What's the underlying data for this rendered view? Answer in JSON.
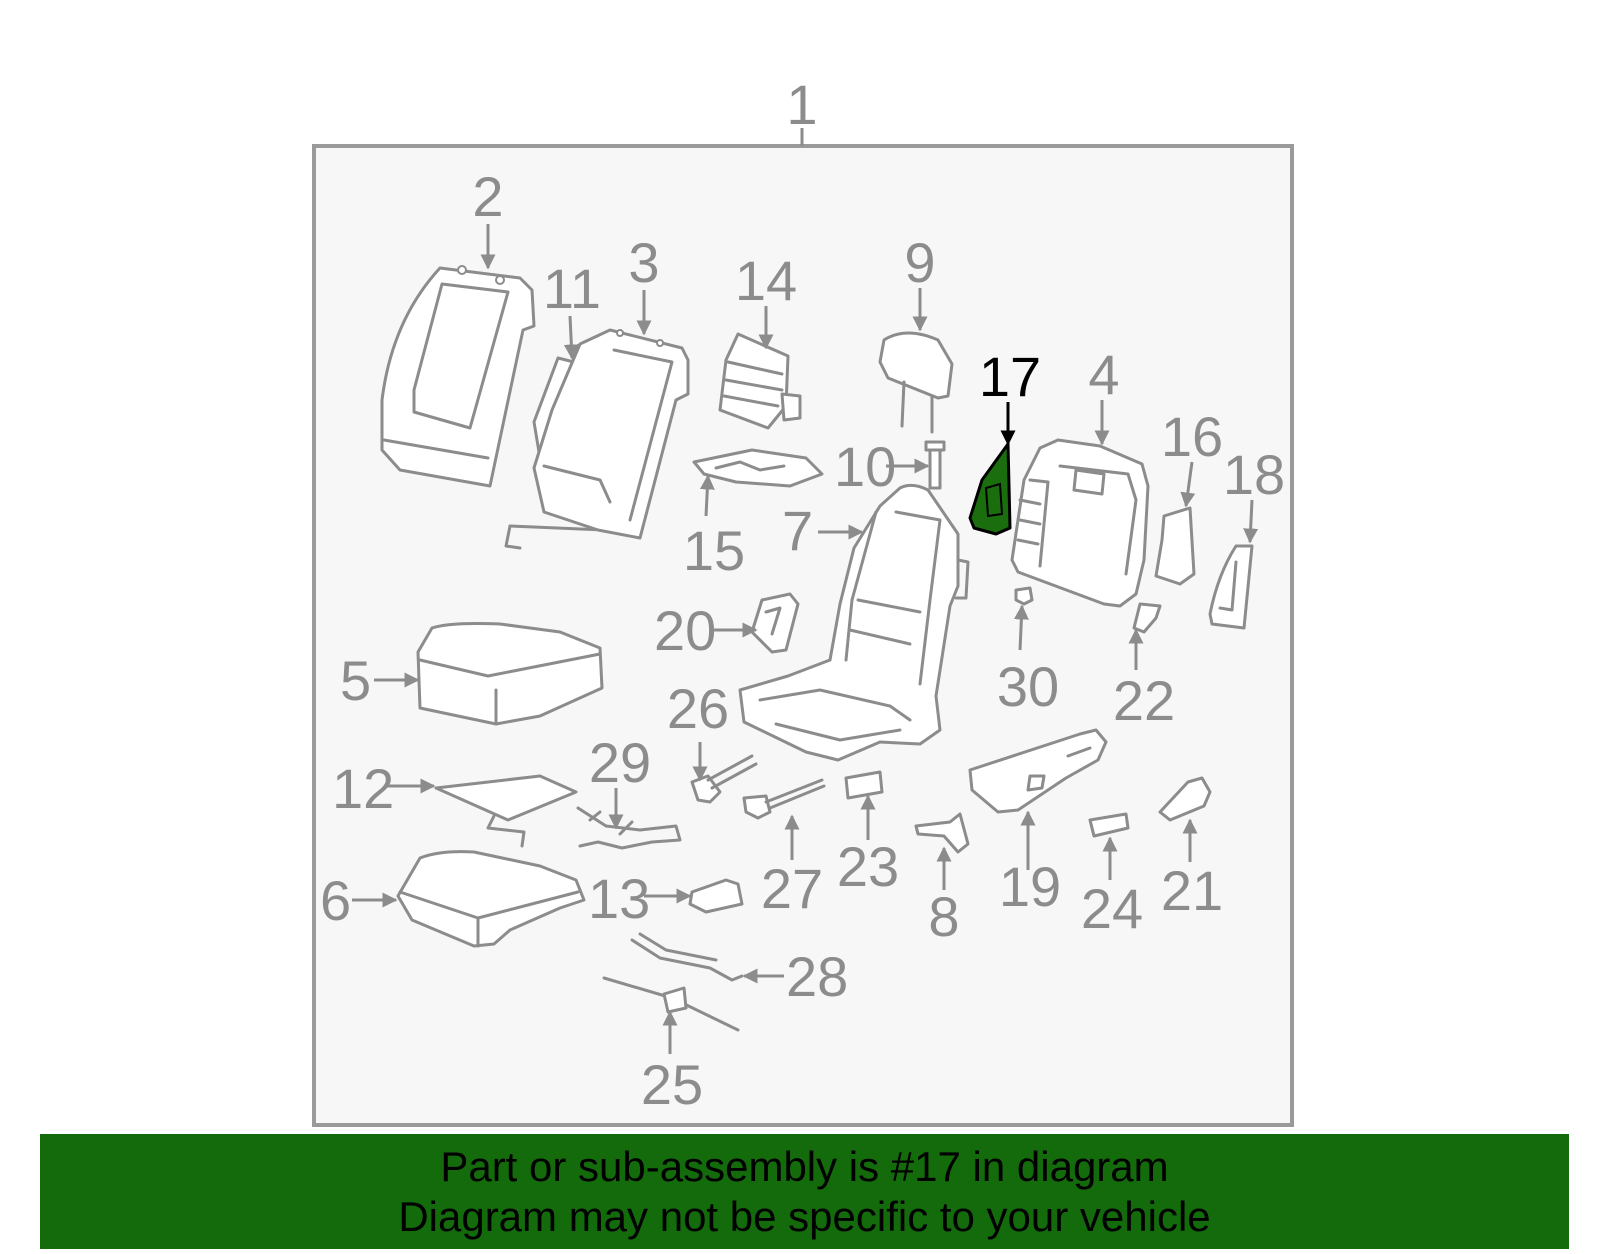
{
  "diagram": {
    "highlighted_part": "17",
    "highlight_color": "#1a6e0e",
    "outline_color": "#8c8c8c",
    "labels": [
      "1",
      "2",
      "3",
      "4",
      "5",
      "6",
      "7",
      "8",
      "9",
      "10",
      "11",
      "12",
      "13",
      "14",
      "15",
      "16",
      "17",
      "18",
      "19",
      "20",
      "21",
      "22",
      "23",
      "24",
      "25",
      "26",
      "27",
      "28",
      "29",
      "30"
    ]
  },
  "banner": {
    "line1": "Part or sub-assembly is #17 in diagram",
    "line2": "Diagram may not be specific to your vehicle",
    "background": "#136b0b"
  }
}
